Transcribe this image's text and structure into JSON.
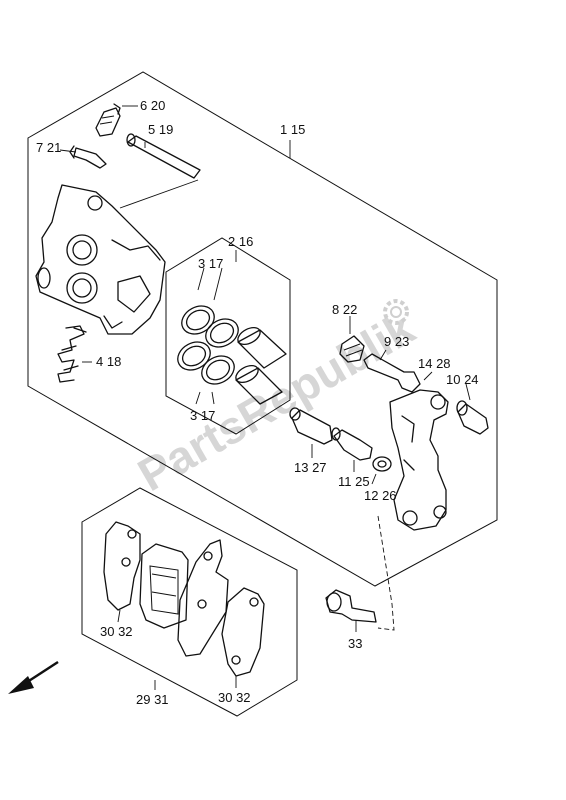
{
  "watermark": "PartsRepublik",
  "labels": {
    "p620": "6 20",
    "p519": "5 19",
    "p721": "7 21",
    "p115": "1 15",
    "p216": "2 16",
    "p317": "3 17",
    "p317b": "3 17",
    "p418": "4 18",
    "p822": "8 22",
    "p923": "9 23",
    "p1428": "14 28",
    "p1024": "10 24",
    "p1327": "13 27",
    "p1125": "11 25",
    "p1226": "12 26",
    "p3032a": "30 32",
    "p3032b": "30 32",
    "p2931": "29 31",
    "p33": "33"
  }
}
